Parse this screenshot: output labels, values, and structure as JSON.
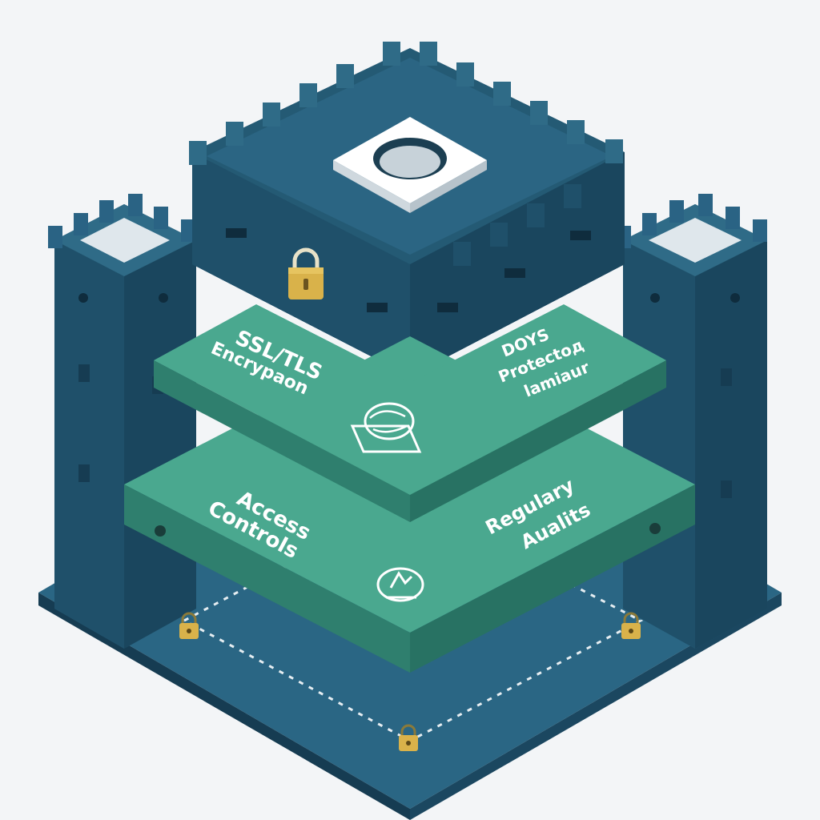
{
  "layers": {
    "top": {
      "left_label": [
        "SSL/TLS",
        "Encrypaon"
      ],
      "right_label": [
        "DOYS",
        "Protectoд",
        "lamiaur"
      ],
      "icon": "network-globe-icon"
    },
    "bottom": {
      "left_label": [
        "Access",
        "Controls"
      ],
      "right_label": [
        "Regulary",
        "Aualits"
      ],
      "icon": "shield-audit-icon"
    }
  },
  "icons": {
    "keep_lock": "padlock-icon",
    "base_locks": "padlock-icon"
  },
  "colors": {
    "stone_dark": "#1d4a63",
    "stone_mid": "#245a74",
    "stone_light": "#2f6b87",
    "layer_top": "#4aa88f",
    "layer_side": "#2f7f6e",
    "lock_gold": "#d9b24a",
    "background": "#f3f5f7"
  }
}
